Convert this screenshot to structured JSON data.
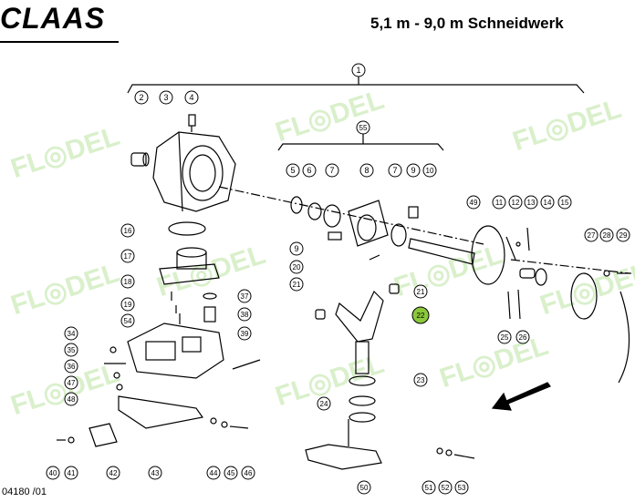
{
  "header": {
    "brand": "CLAAS",
    "title": "5,1 m  -  9,0 m  Schneidwerk"
  },
  "footer": {
    "drawing_number": "04180 /01"
  },
  "watermark": {
    "text": "FL◎DEL",
    "color": "#7cc84a"
  },
  "colors": {
    "ink": "#000000",
    "highlight": "#8cc83c"
  },
  "callouts": [
    {
      "label": "1"
    },
    {
      "label": "2"
    },
    {
      "label": "3"
    },
    {
      "label": "4"
    },
    {
      "label": "55"
    },
    {
      "label": "5"
    },
    {
      "label": "6"
    },
    {
      "label": "7"
    },
    {
      "label": "8"
    },
    {
      "label": "7"
    },
    {
      "label": "9"
    },
    {
      "label": "10"
    },
    {
      "label": "49"
    },
    {
      "label": "11"
    },
    {
      "label": "12"
    },
    {
      "label": "13"
    },
    {
      "label": "14"
    },
    {
      "label": "15"
    },
    {
      "label": "16"
    },
    {
      "label": "9"
    },
    {
      "label": "27"
    },
    {
      "label": "28"
    },
    {
      "label": "29"
    },
    {
      "label": "17"
    },
    {
      "label": "20"
    },
    {
      "label": "18"
    },
    {
      "label": "21"
    },
    {
      "label": "37"
    },
    {
      "label": "21"
    },
    {
      "label": "19"
    },
    {
      "label": "38"
    },
    {
      "label": "22",
      "highlighted": true
    },
    {
      "label": "54"
    },
    {
      "label": "34"
    },
    {
      "label": "39"
    },
    {
      "label": "35"
    },
    {
      "label": "25"
    },
    {
      "label": "26"
    },
    {
      "label": "36"
    },
    {
      "label": "47"
    },
    {
      "label": "48"
    },
    {
      "label": "23"
    },
    {
      "label": "24"
    },
    {
      "label": "40"
    },
    {
      "label": "41"
    },
    {
      "label": "42"
    },
    {
      "label": "43"
    },
    {
      "label": "44"
    },
    {
      "label": "45"
    },
    {
      "label": "46"
    },
    {
      "label": "50"
    },
    {
      "label": "51"
    },
    {
      "label": "52"
    },
    {
      "label": "53"
    }
  ]
}
